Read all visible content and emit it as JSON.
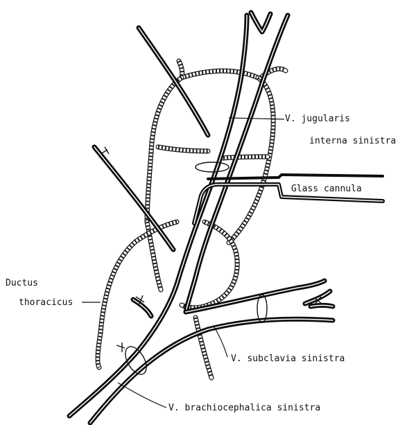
{
  "labels": {
    "jugularis_line1": "V. jugularis",
    "jugularis_line2": "interna sinistra",
    "glass_cannula": "Glass cannula",
    "ductus_line1": "Ductus",
    "ductus_line2": "thoracicus",
    "subclavia": "V. subclavia sinistra",
    "brachiocephalica": "V. brachiocephalica sinistra"
  }
}
